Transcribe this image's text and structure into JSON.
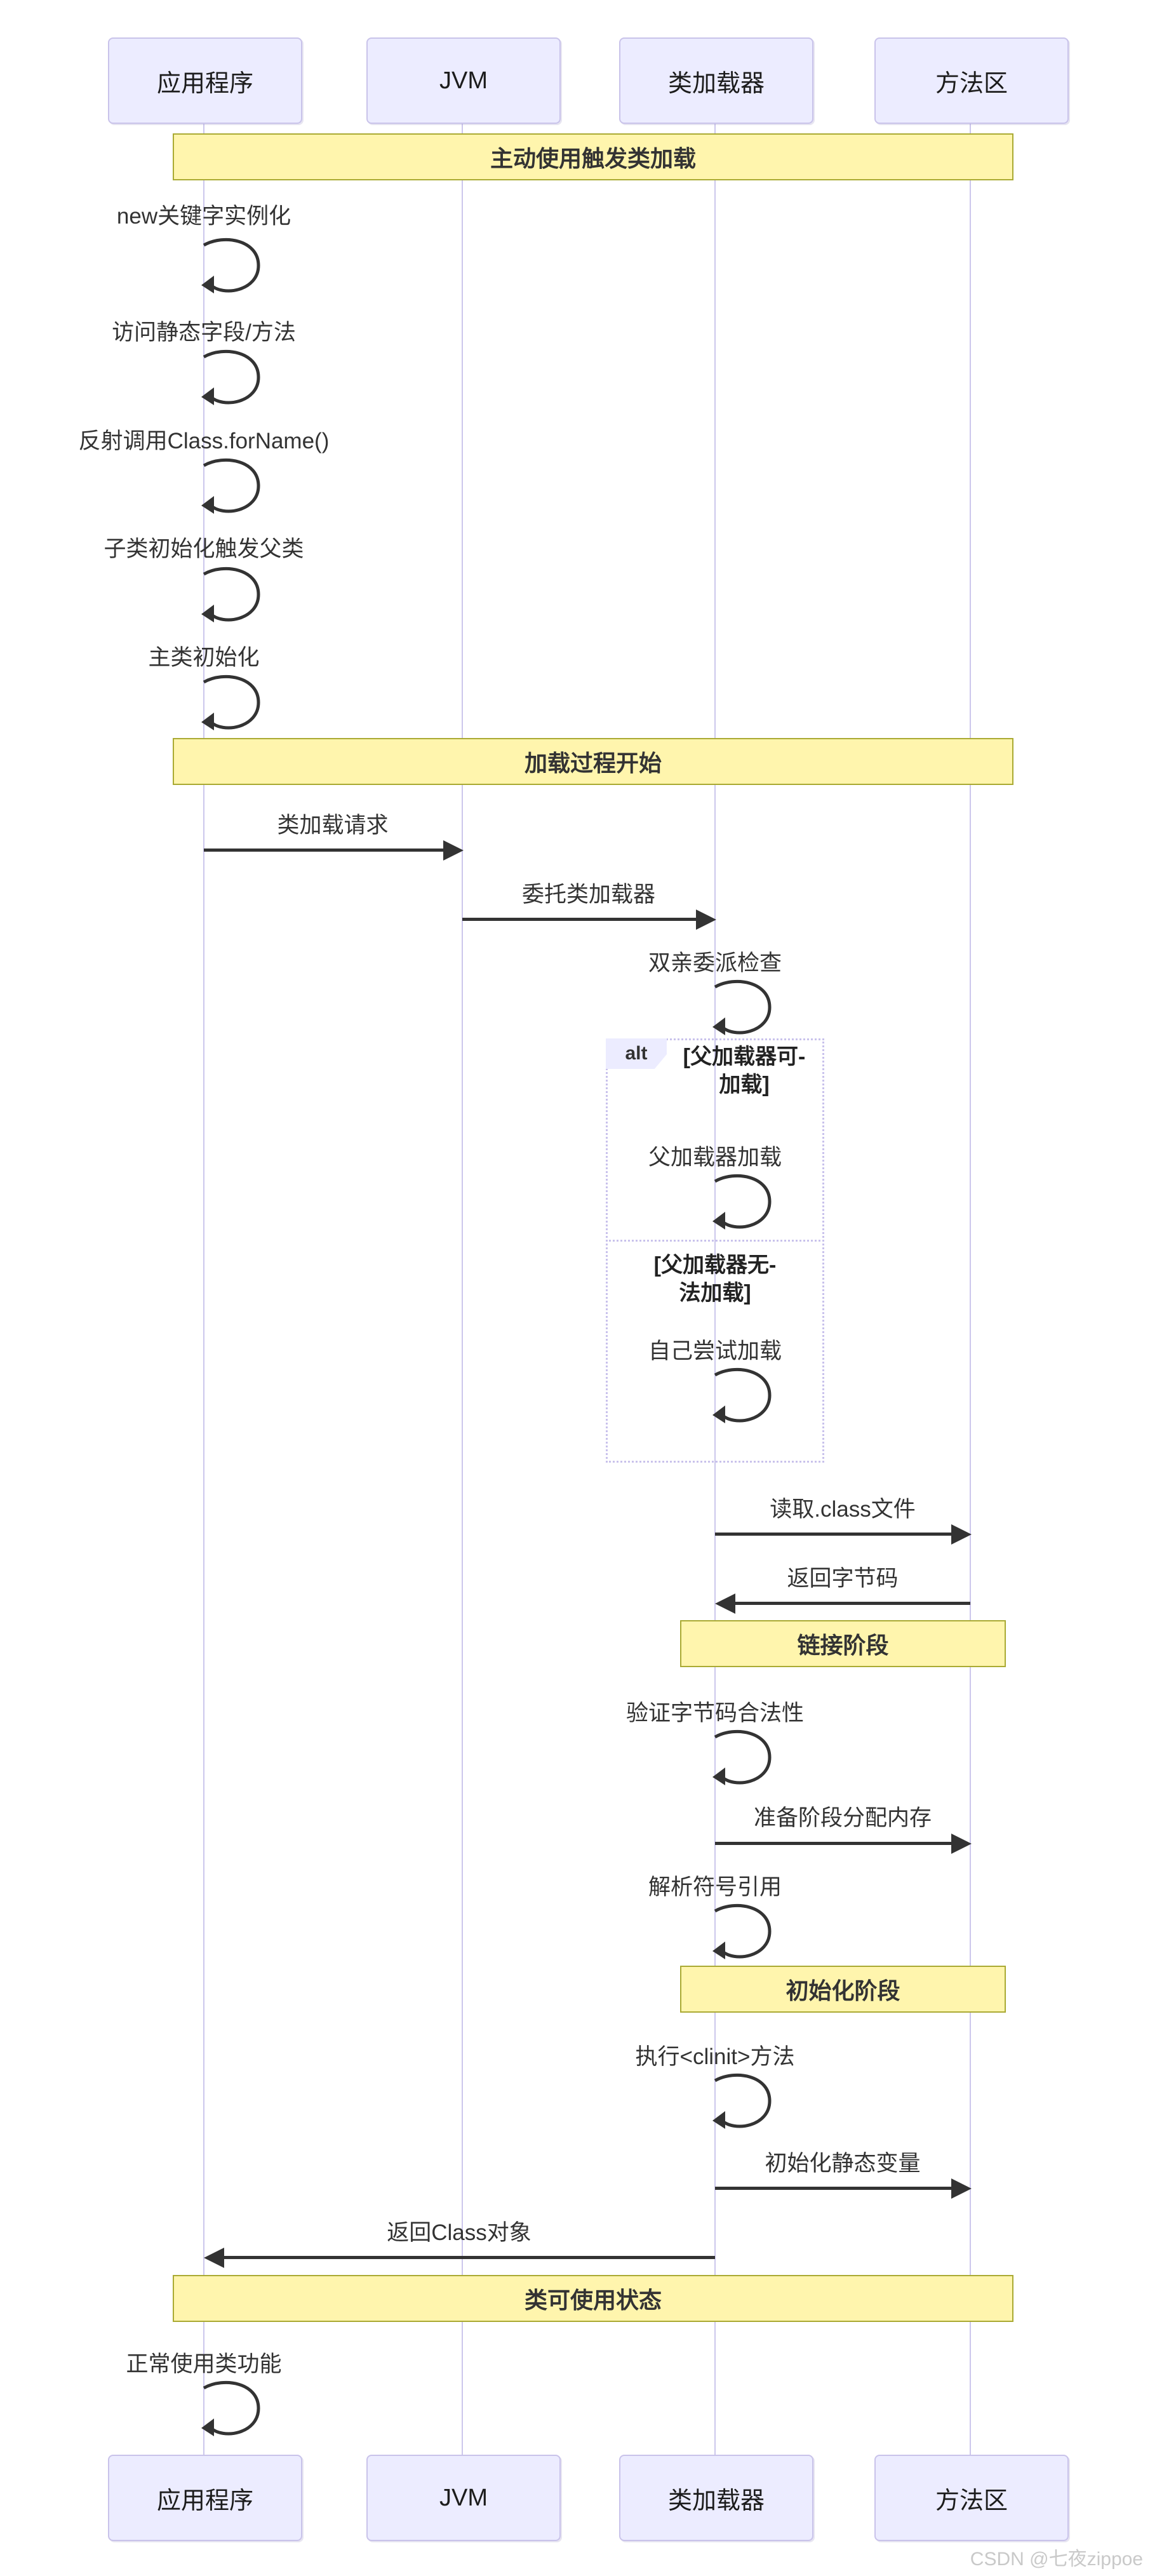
{
  "participants": [
    {
      "name": "应用程序"
    },
    {
      "name": "JVM"
    },
    {
      "name": "类加载器"
    },
    {
      "name": "方法区"
    }
  ],
  "banners": [
    {
      "label": "主动使用触发类加载"
    },
    {
      "label": "加载过程开始"
    },
    {
      "label": "链接阶段"
    },
    {
      "label": "初始化阶段"
    },
    {
      "label": "类可使用状态"
    }
  ],
  "self_messages": [
    {
      "label": "new关键字实例化"
    },
    {
      "label": "访问静态字段/方法"
    },
    {
      "label": "反射调用Class.forName()"
    },
    {
      "label": "子类初始化触发父类"
    },
    {
      "label": "主类初始化"
    },
    {
      "label": "双亲委派检查"
    },
    {
      "label": "父加载器加载"
    },
    {
      "label": "自己尝试加载"
    },
    {
      "label": "验证字节码合法性"
    },
    {
      "label": "解析符号引用"
    },
    {
      "label": "执行<clinit>方法"
    },
    {
      "label": "正常使用类功能"
    }
  ],
  "messages": [
    {
      "label": "类加载请求",
      "from": "应用程序",
      "to": "JVM"
    },
    {
      "label": "委托类加载器",
      "from": "JVM",
      "to": "类加载器"
    },
    {
      "label": "读取.class文件",
      "from": "类加载器",
      "to": "方法区"
    },
    {
      "label": "返回字节码",
      "from": "方法区",
      "to": "类加载器"
    },
    {
      "label": "准备阶段分配内存",
      "from": "类加载器",
      "to": "方法区"
    },
    {
      "label": "初始化静态变量",
      "from": "类加载器",
      "to": "方法区"
    },
    {
      "label": "返回Class对象",
      "from": "类加载器",
      "to": "应用程序"
    }
  ],
  "alt": {
    "keyword": "alt",
    "branch1_line1": "[父加载器可-",
    "branch1_line2": "加载]",
    "branch2_line1": "[父加载器无-",
    "branch2_line2": "法加载]"
  },
  "watermark": "CSDN @七夜zippoe",
  "colors": {
    "actor_fill": "#ECECFF",
    "actor_border": "#C9C3EA",
    "banner_fill": "#FFF5AD",
    "banner_border": "#AAAA33",
    "lifeline": "#CCC7EC",
    "arrow": "#333333",
    "watermark": "#C9C9C9"
  }
}
